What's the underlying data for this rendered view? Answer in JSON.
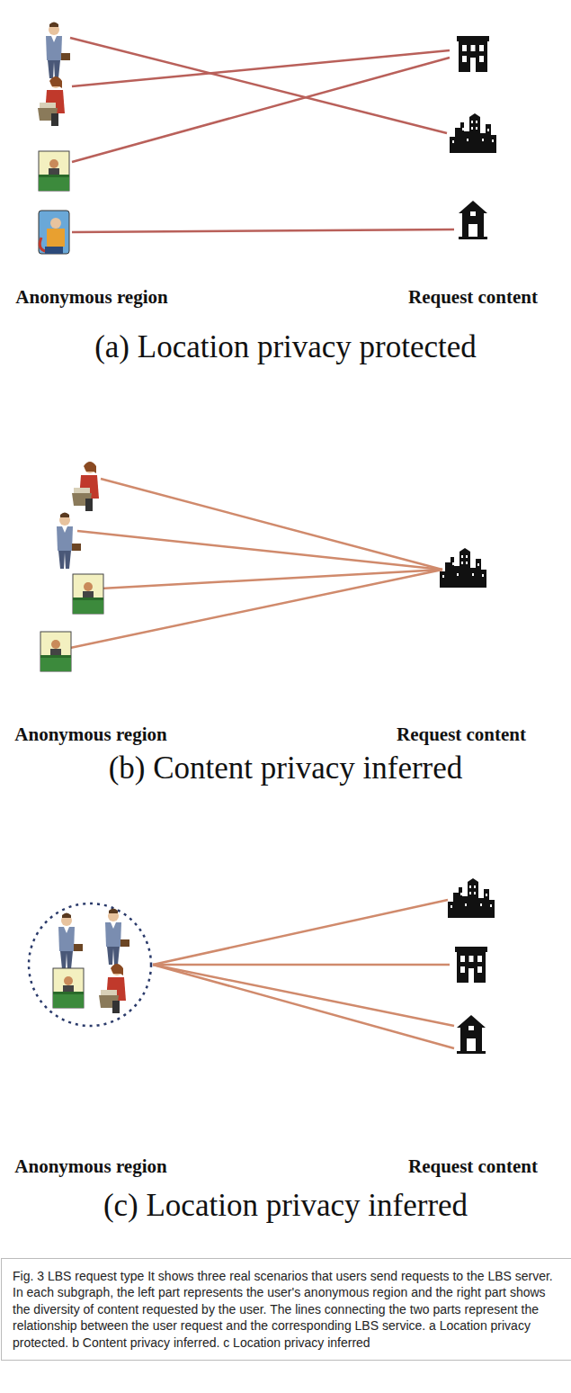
{
  "diagram": {
    "caption": "Fig. 3 LBS request type It shows three real scenarios that users send requests to the LBS server. In each subgraph, the left part represents the user's anonymous region and the right part shows the diversity of content requested by the user. The lines connecting the two parts represent the relationship between the user request and the corresponding LBS service. a Location privacy protected. b Content privacy inferred. c Location privacy inferred",
    "nodes": [
      {
        "text": [
          "Anonymous region"
        ]
      },
      {
        "text": [
          "Request content"
        ]
      },
      {
        "text": [
          "Anonymous region"
        ]
      },
      {
        "text": [
          "Request content"
        ]
      },
      {
        "text": [
          "Anonymous region"
        ]
      },
      {
        "text": [
          "Request content"
        ]
      }
    ],
    "labels": [
      "(a) Location privacy protected",
      "(b) Content privacy inferred",
      "(c) Location privacy inferred"
    ]
  }
}
